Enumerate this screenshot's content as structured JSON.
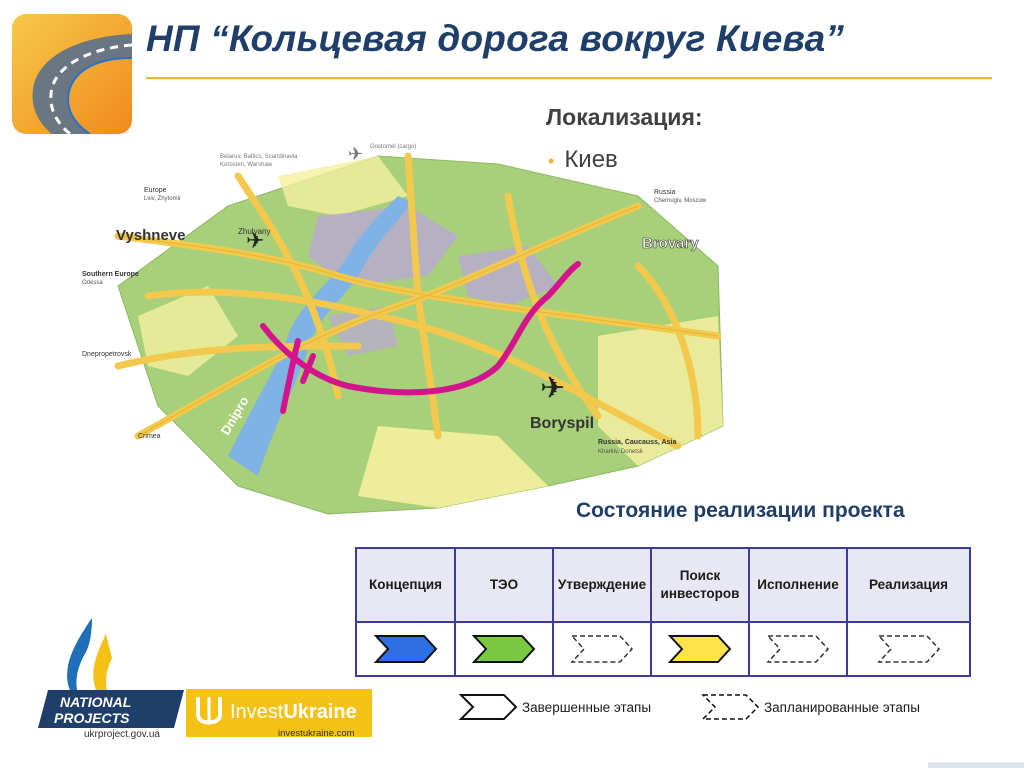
{
  "header": {
    "title": "НП “Кольцевая дорога вокруг Киева”"
  },
  "location": {
    "label": "Локализация:",
    "items": [
      "Киев"
    ]
  },
  "map": {
    "labels": {
      "vyshneve": "Vyshneve",
      "brovary": "Brovary",
      "boryspil": "Boryspil",
      "dnipro": "Dnipro",
      "zhulyany": "Zhulyany",
      "europe": "Europe",
      "europe_sub": "Lviv, Zhytomir",
      "belarus": "Belarus, Baltics, Scandinavia",
      "belarus_sub": "Korosten, Warshaw",
      "gostomel": "Gostomel (cargo)",
      "russia_ne": "Russia",
      "russia_ne_sub": "Chernugiv, Moscow",
      "southern_europe": "Southern Europe",
      "southern_europe_sub": "Odessa",
      "dnepropetrovsk": "Dnepropetrovsk",
      "crimea": "Crimea",
      "russia_se": "Russia, Caucauss, Asia",
      "russia_se_sub": "Kharkiv, Donetsk"
    },
    "colors": {
      "green": "#a8cf7a",
      "yellow_land": "#f4f0a0",
      "road": "#f2c94c",
      "ring": "#d4148c",
      "water": "#7fb2e5",
      "urban": "#b9a8d6"
    }
  },
  "status": {
    "title": "Состояние реализации проекта",
    "stages": [
      {
        "label": "Концепция",
        "state": "done",
        "color": "#2e6fe6"
      },
      {
        "label": "ТЭО",
        "state": "done",
        "color": "#7ac943"
      },
      {
        "label": "Утверждение",
        "state": "planned",
        "color": "#ffffff"
      },
      {
        "label": "Поиск инвесторов",
        "state": "done",
        "color": "#ffe34d"
      },
      {
        "label": "Исполнение",
        "state": "planned",
        "color": "#ffffff"
      },
      {
        "label": "Реализация",
        "state": "planned",
        "color": "#ffffff"
      }
    ]
  },
  "legend": {
    "completed": "Завершенные этапы",
    "planned": "Запланированные этапы"
  },
  "logos": {
    "national_projects_line1": "NATIONAL",
    "national_projects_line2": "PROJECTS",
    "national_url": "ukrproject.gov.ua",
    "invest_ukraine_part1": "Invest",
    "invest_ukraine_part2": "Ukraine",
    "invest_url": "investukraine.com"
  }
}
